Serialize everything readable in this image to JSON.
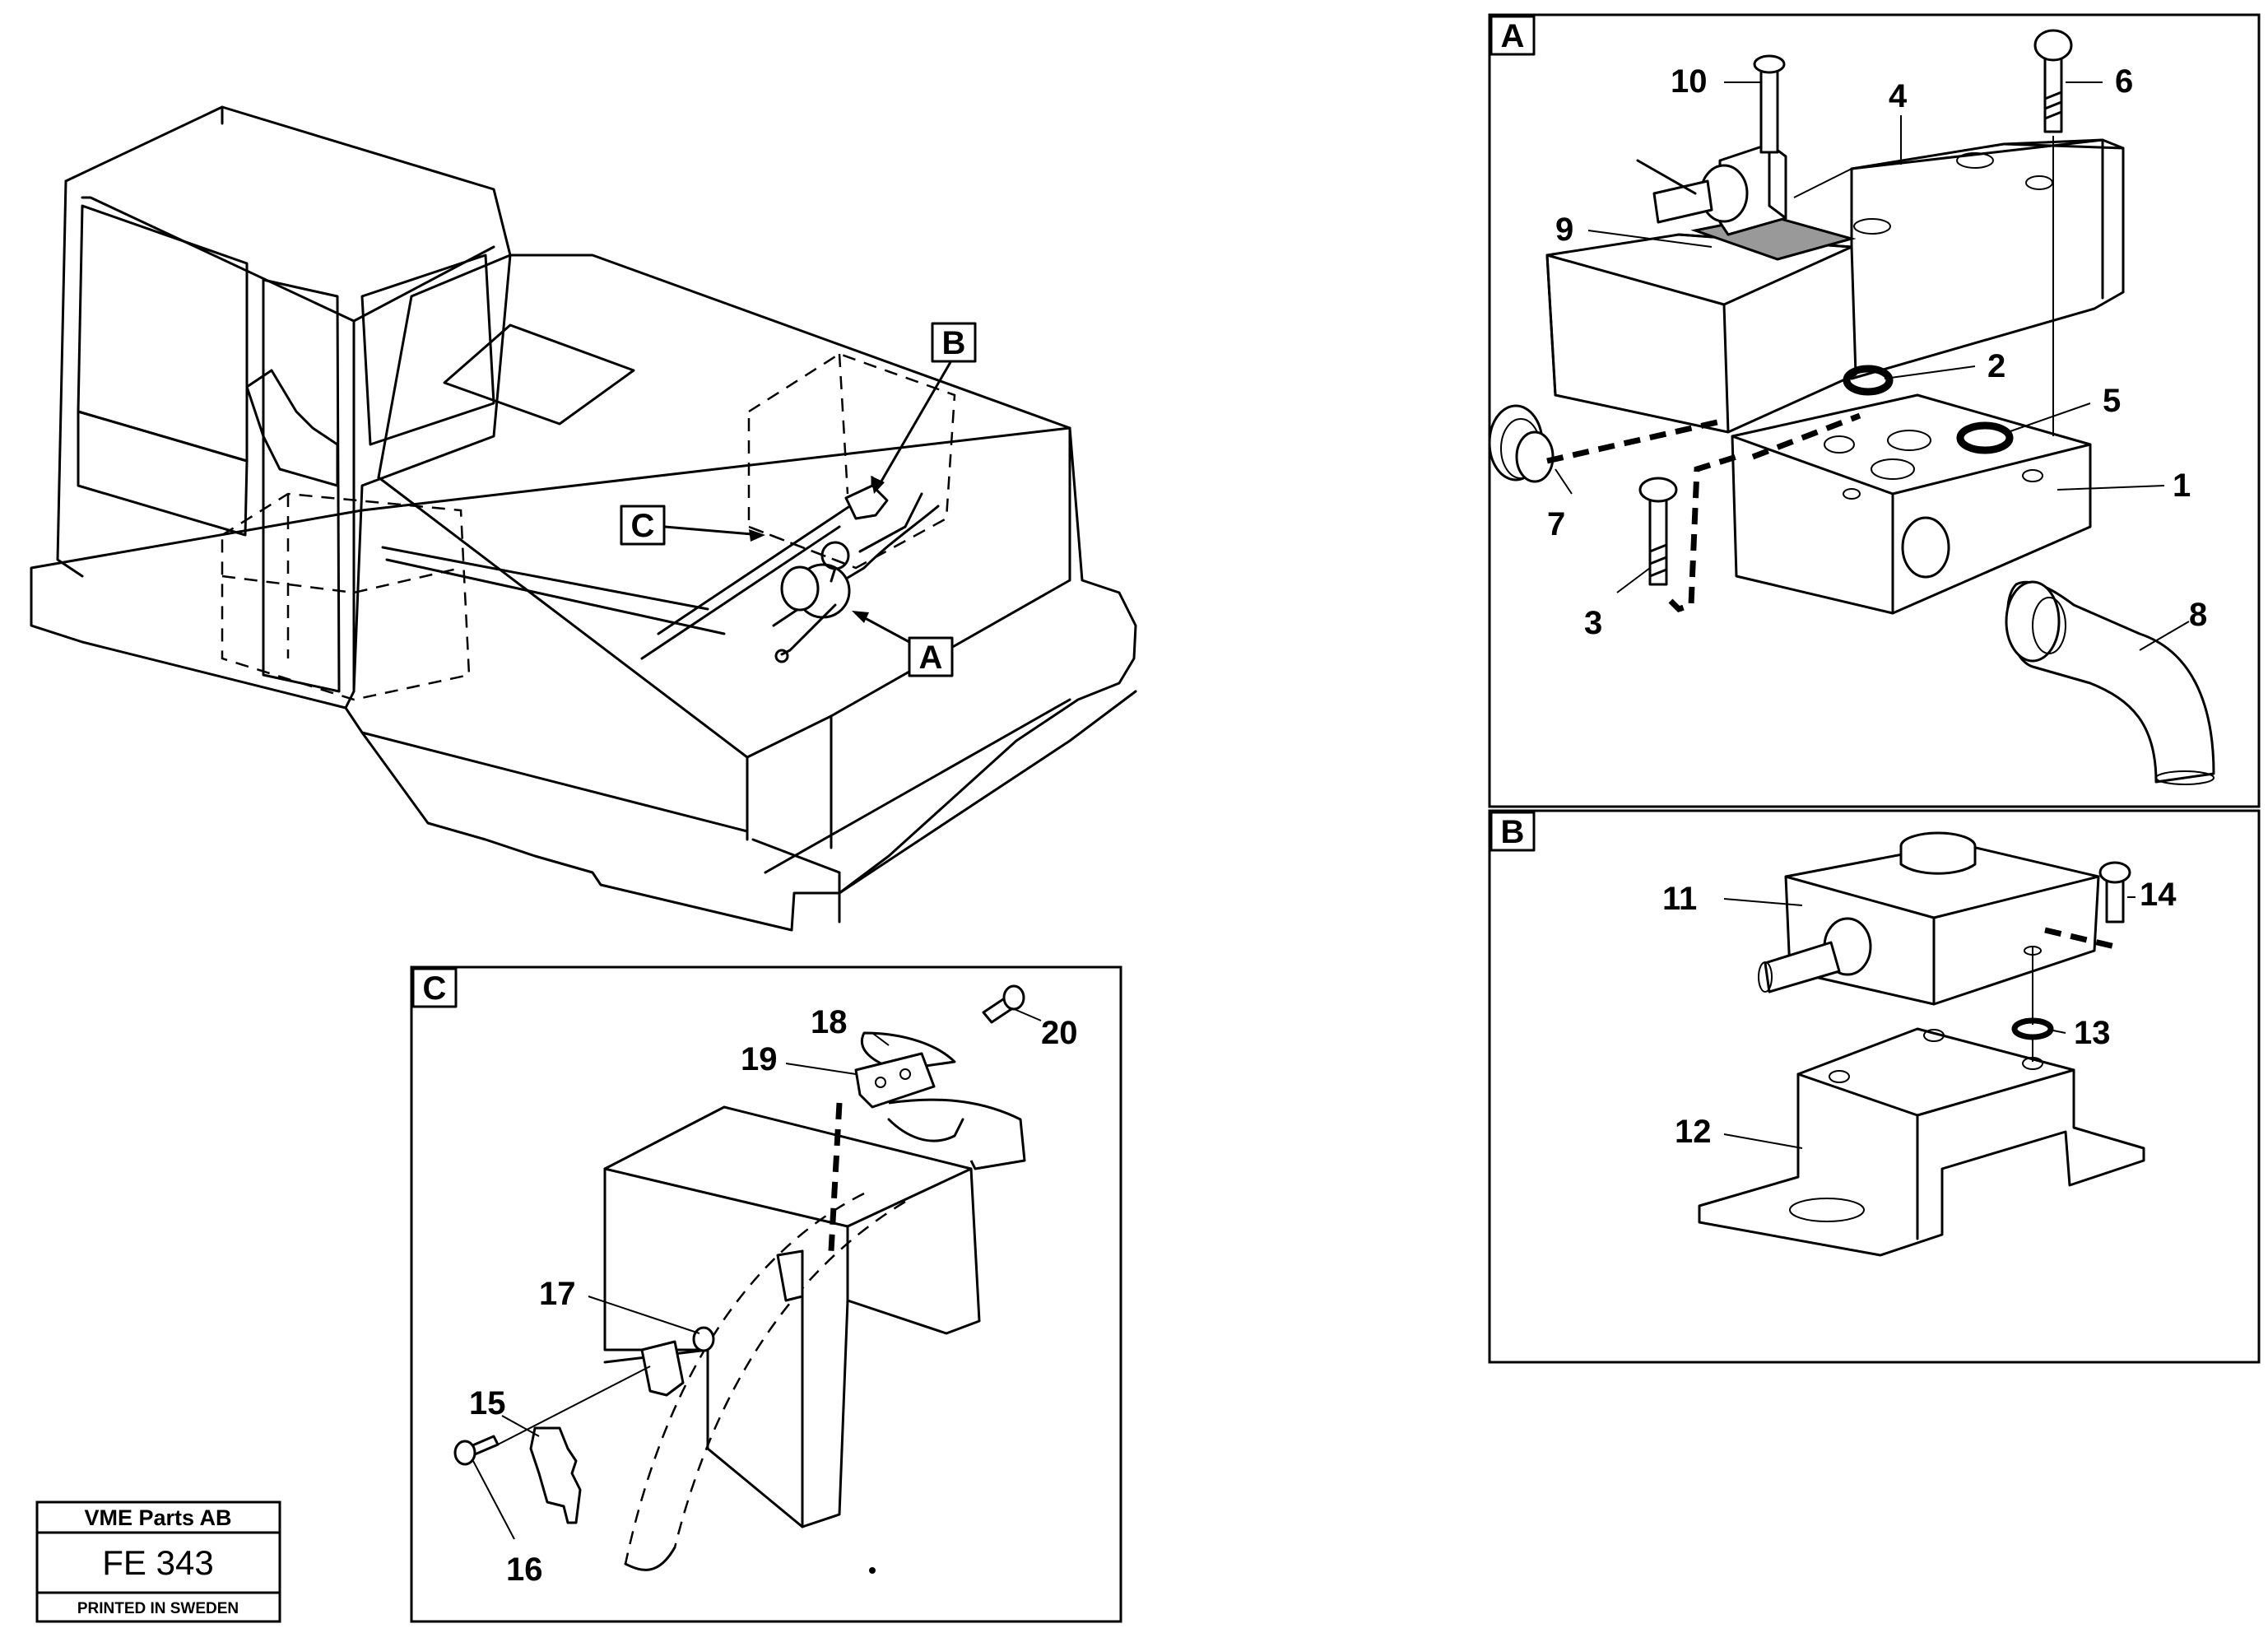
{
  "callouts": {
    "a": "A",
    "b": "B",
    "c": "C"
  },
  "panels": {
    "a": {
      "label": "A"
    },
    "b": {
      "label": "B"
    },
    "c": {
      "label": "C"
    }
  },
  "parts": {
    "p1": "1",
    "p2": "2",
    "p3": "3",
    "p4": "4",
    "p5": "5",
    "p6": "6",
    "p7": "7",
    "p8": "8",
    "p9": "9",
    "p10": "10",
    "p11": "11",
    "p12": "12",
    "p13": "13",
    "p14": "14",
    "p15": "15",
    "p16": "16",
    "p17": "17",
    "p18": "18",
    "p19": "19",
    "p20": "20"
  },
  "plate": {
    "company": "VME Parts AB",
    "code": "FE 343",
    "footer": "PRINTED IN SWEDEN"
  }
}
